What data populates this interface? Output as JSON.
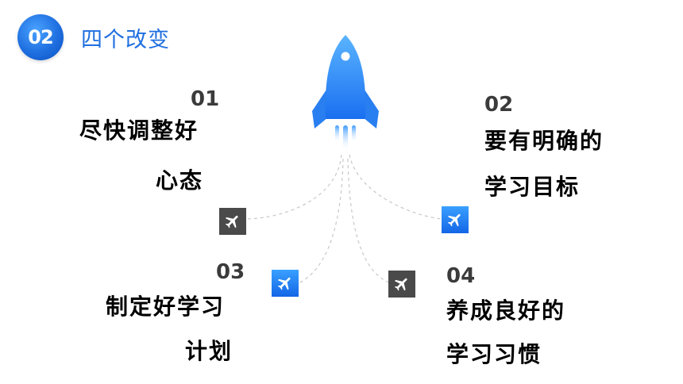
{
  "header": {
    "badge": "02",
    "title": "四个改变"
  },
  "items": [
    {
      "num": "01",
      "line1": "尽快调整好",
      "line2": "心态",
      "icon": "airplane-icon"
    },
    {
      "num": "02",
      "line1": "要有明确的",
      "line2": "学习目标",
      "icon": "airplane-icon"
    },
    {
      "num": "03",
      "line1": "制定好学习",
      "line2": "计划",
      "icon": "airplane-icon"
    },
    {
      "num": "04",
      "line1": "养成良好的",
      "line2": "学习习惯",
      "icon": "airplane-icon"
    }
  ],
  "colors": {
    "accent": "#1f6fe0",
    "icon_dark": "#4a4a4a"
  },
  "decor": {
    "center_icon": "rocket-icon"
  }
}
